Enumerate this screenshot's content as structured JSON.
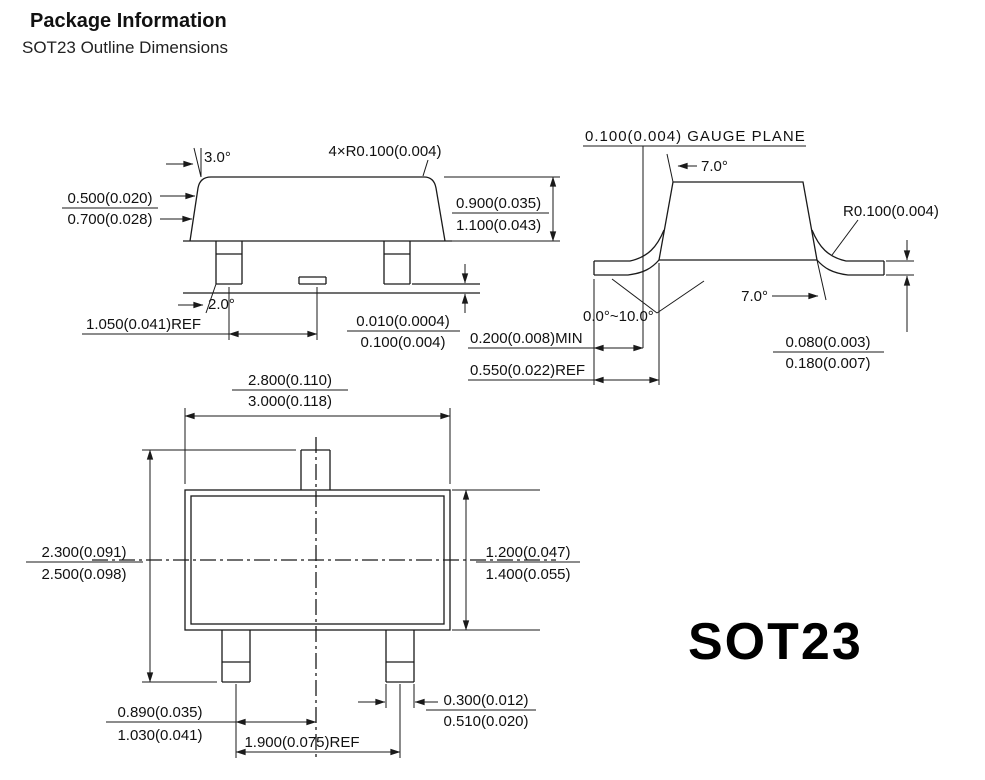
{
  "page": {
    "title": "Package Information",
    "subtitle": "SOT23 Outline Dimensions",
    "package_label": "SOT23"
  },
  "colors": {
    "ink": "#1a1a1a",
    "background": "#ffffff"
  },
  "front_view": {
    "draft_angle_top": "3.0°",
    "corner_radius": "4×R0.100(0.004)",
    "lead_length": {
      "min": "0.500(0.020)",
      "max": "0.700(0.028)"
    },
    "body_height": {
      "min": "0.900(0.035)",
      "max": "1.100(0.043)"
    },
    "draft_angle_bottom": "2.0°",
    "edge_to_lead_ref": "1.050(0.041)REF",
    "standoff": {
      "min": "0.010(0.0004)",
      "max": "0.100(0.004)"
    }
  },
  "side_view": {
    "gauge_plane": "0.100(0.004) GAUGE PLANE",
    "body_angle_top": "7.0°",
    "lead_radius": "R0.100(0.004)",
    "body_angle_bottom": "7.0°",
    "foot_angle_range": "0.0°~10.0°",
    "foot_length_min": "0.200(0.008)MIN",
    "lead_length_ref": "0.550(0.022)REF",
    "lead_thickness": {
      "min": "0.080(0.003)",
      "max": "0.180(0.007)"
    }
  },
  "top_view": {
    "body_width": {
      "min": "2.800(0.110)",
      "max": "3.000(0.118)"
    },
    "lead_span": {
      "min": "2.300(0.091)",
      "max": "2.500(0.098)"
    },
    "body_depth": {
      "min": "1.200(0.047)",
      "max": "1.400(0.055)"
    },
    "lead_pitch": {
      "min": "0.890(0.035)",
      "max": "1.030(0.041)"
    },
    "lead_width": {
      "min": "0.300(0.012)",
      "max": "0.510(0.020)"
    },
    "outer_pitch_ref": "1.900(0.075)REF"
  }
}
